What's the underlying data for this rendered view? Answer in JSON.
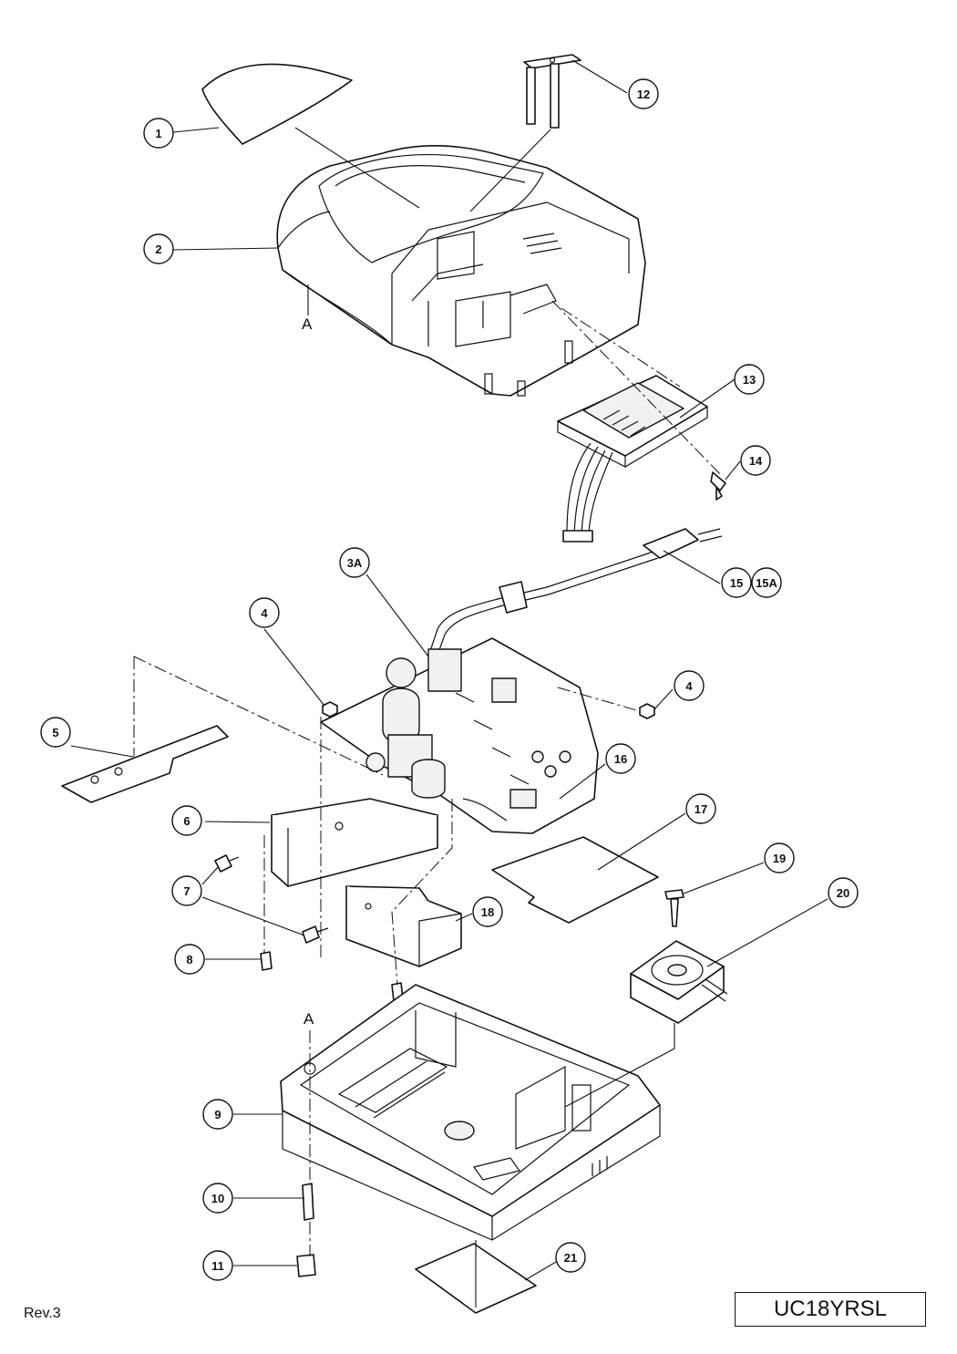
{
  "callouts": [
    "1",
    "2",
    "3A",
    "4",
    "4",
    "5",
    "6",
    "7",
    "8",
    "9",
    "10",
    "11",
    "12",
    "13",
    "14",
    "15",
    "15A",
    "16",
    "17",
    "18",
    "19",
    "20",
    "21"
  ],
  "reference_letters": [
    "A",
    "A"
  ],
  "revision": "Rev.3",
  "model": "UC18YRSL"
}
